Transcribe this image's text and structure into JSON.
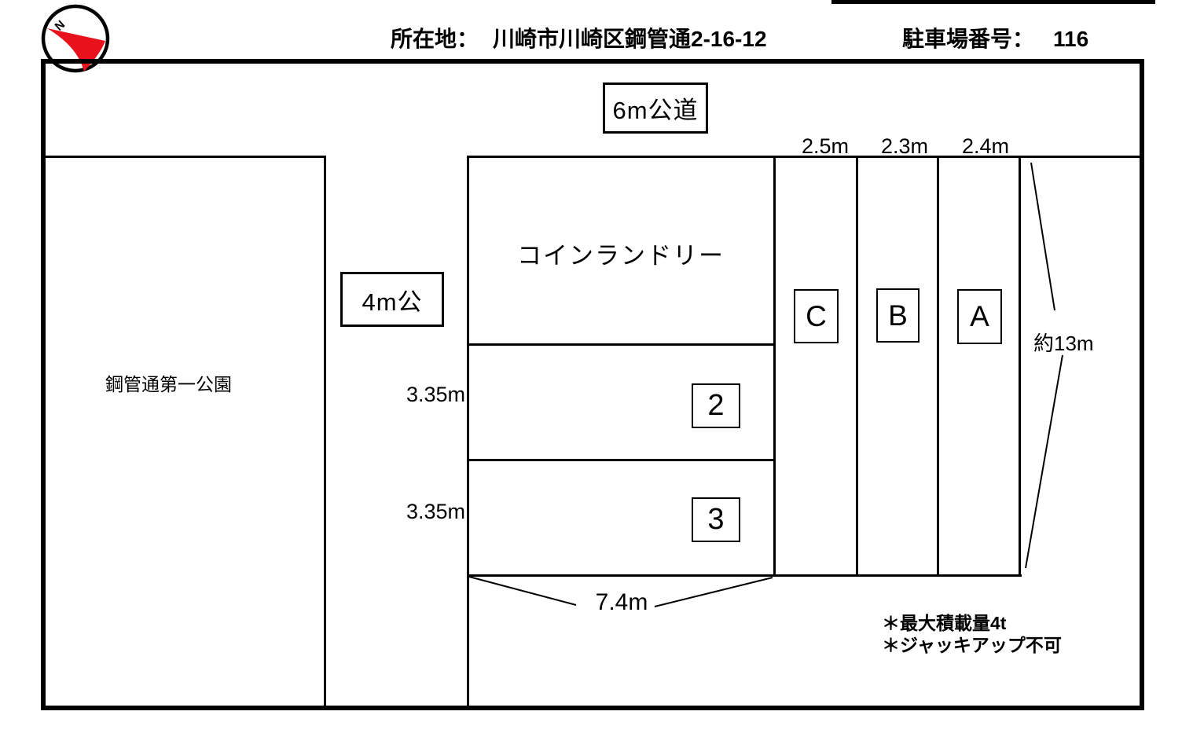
{
  "header": {
    "location_label": "所在地：",
    "location_value": "川崎市川崎区鋼管通2-16-12",
    "parking_label": "駐車場番号：",
    "parking_value": "116"
  },
  "compass": {
    "north": "N"
  },
  "diagram": {
    "park_label": "鋼管通第一公園",
    "road_top": "6m公道",
    "road_left": "4m公",
    "building": "コインランドリー",
    "spaces": {
      "row_1": "2",
      "row_2": "3",
      "col_1": "C",
      "col_2": "B",
      "col_3": "A"
    },
    "dimensions": {
      "col_1_width": "2.5m",
      "col_2_width": "2.3m",
      "col_3_width": "2.4m",
      "row_1_height": "3.35m",
      "row_2_height": "3.35m",
      "block_width": "7.4m",
      "column_depth": "約13m"
    },
    "notes": [
      "＊最大積載量4t",
      "＊ジャッキアップ不可"
    ]
  },
  "colors": {
    "ink": "#000000",
    "needle_red": "#e8121c"
  }
}
